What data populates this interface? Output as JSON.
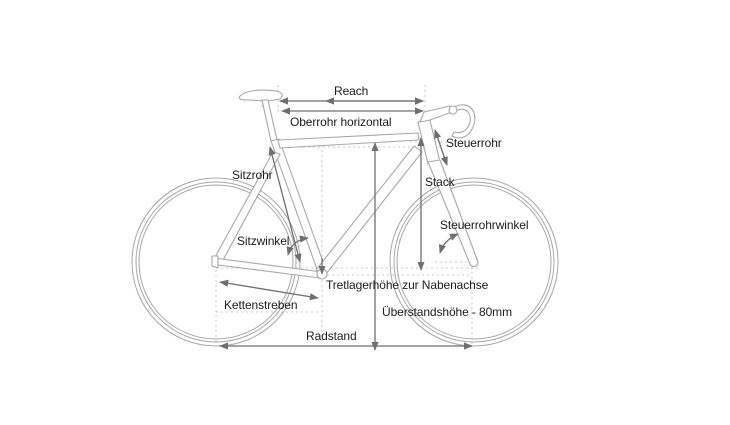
{
  "diagram": {
    "title": "Bicycle frame geometry",
    "colors": {
      "frame": "#a8a8a8",
      "measure": "#6f6f6f",
      "guide": "#c4c4c4",
      "text": "#1c1c1c",
      "background": "#ffffff"
    },
    "labels": {
      "reach": "Reach",
      "top_tube": "Oberrohr horizontal",
      "head_tube": "Steuerrohr",
      "seat_tube": "Sitzrohr",
      "stack": "Stack",
      "seat_angle": "Sitzwinkel",
      "head_angle": "Steuerrohrwinkel",
      "bb_drop": "Tretlagerhöhe zur Nabenachse",
      "chainstays": "Kettenstreben",
      "standover": "Überstandshöhe - 80mm",
      "wheelbase": "Radstand"
    }
  }
}
